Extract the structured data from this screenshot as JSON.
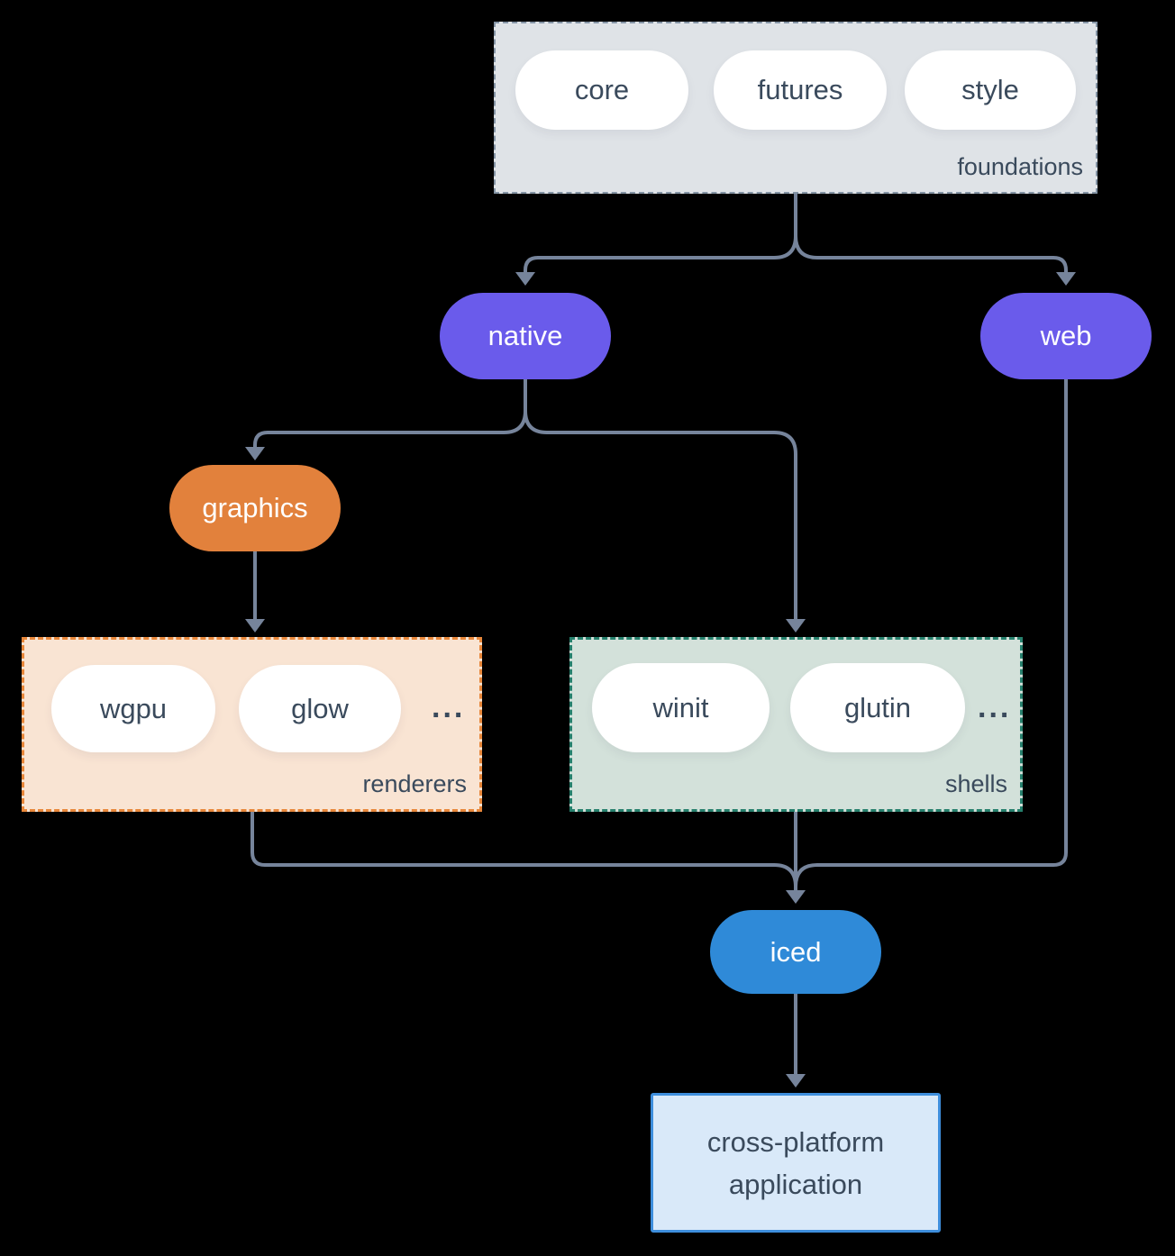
{
  "nodes": {
    "foundations": {
      "label": "foundations",
      "items": [
        "core",
        "futures",
        "style"
      ]
    },
    "native": {
      "label": "native"
    },
    "web": {
      "label": "web"
    },
    "graphics": {
      "label": "graphics"
    },
    "renderers": {
      "label": "renderers",
      "items": [
        "wgpu",
        "glow"
      ],
      "ellipsis": "..."
    },
    "shells": {
      "label": "shells",
      "items": [
        "winit",
        "glutin"
      ],
      "ellipsis": "..."
    },
    "iced": {
      "label": "iced"
    },
    "application": {
      "label_line1": "cross-platform",
      "label_line2": "application"
    }
  },
  "colors": {
    "background": "#000000",
    "arrow": "#76849b",
    "text_dark": "#3a4a5c",
    "purple": "#6a5beb",
    "orange": "#e2813c",
    "blue": "#2f8ad8",
    "pill_bg": "#ffffff",
    "foundations_bg": "#dfe3e7",
    "foundations_border": "#8494a5",
    "renderers_bg": "#f9e4d3",
    "renderers_border": "#e8873a",
    "shells_bg": "#d3e1da",
    "shells_border": "#26806d",
    "app_bg": "#d9e9f9",
    "app_border": "#3e8edc"
  }
}
